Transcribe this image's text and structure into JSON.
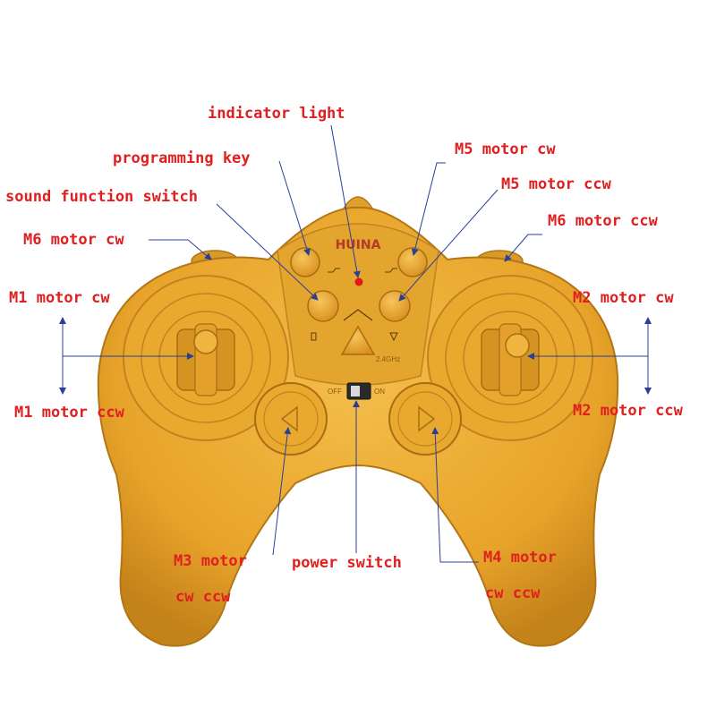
{
  "brand": "HUINA",
  "frequency": "2.4GHz",
  "switch_marks": {
    "off": "OFF",
    "on": "ON"
  },
  "labels": {
    "indicator_light": "indicator light",
    "programming_key": "programming key",
    "sound_function_switch": "sound function switch",
    "m5_motor_cw": "M5 motor cw",
    "m5_motor_ccw": "M5 motor ccw",
    "m6_motor_cw": "M6 motor cw",
    "m6_motor_ccw": "M6 motor ccw",
    "m1_motor_cw": "M1 motor cw",
    "m1_motor_ccw": "M1 motor ccw",
    "m2_motor_cw": "M2 motor cw",
    "m2_motor_ccw": "M2 motor ccw",
    "m3_motor_line1": "M3 motor",
    "m3_motor_line2": "cw ccw",
    "power_switch": "power switch",
    "m4_motor_line1": "M4 motor",
    "m4_motor_line2": "cw ccw"
  },
  "colors": {
    "body": "#e8a42a",
    "body_dark": "#c4821a",
    "label_text": "#e02020",
    "pointer_line": "#2a3f9a",
    "indicator_led": "#e01818"
  }
}
